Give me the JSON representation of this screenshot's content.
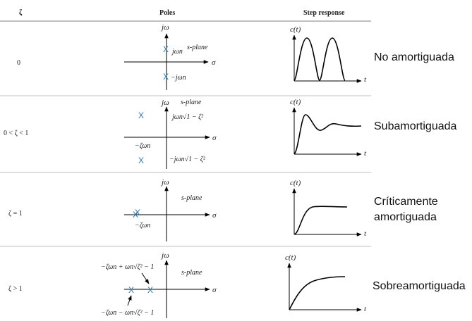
{
  "headers": {
    "zeta": "ζ",
    "poles": "Poles",
    "step": "Step response"
  },
  "axes": {
    "jw": "jω",
    "sigma": "σ",
    "ct": "c(t)",
    "t": "t"
  },
  "rows": [
    {
      "zeta": "0",
      "classification": [
        "No amortiguada"
      ],
      "plane_label": "s-plane",
      "pole_labels": [
        "jωn",
        "−jωn"
      ]
    },
    {
      "zeta": "0 < ζ < 1",
      "classification": [
        "Subamortiguada"
      ],
      "plane_label": "s-plane",
      "pole_labels": [
        "jωn√1 − ζ²",
        "−ζωn",
        "−jωn√1 − ζ²"
      ]
    },
    {
      "zeta": "ζ = 1",
      "classification": [
        "Críticamente",
        "amortiguada"
      ],
      "plane_label": "s-plane",
      "pole_labels": [
        "−ζωn"
      ]
    },
    {
      "zeta": "ζ > 1",
      "classification": [
        "Sobreamortiguada"
      ],
      "plane_label": "s-plane",
      "pole_labels": [
        "−ζωn + ωn√ζ² − 1",
        "−ζωn − ωn√ζ² − 1"
      ]
    }
  ],
  "pole_marker": "X",
  "colors": {
    "pole": "#2f79a8",
    "ink": "#000000"
  }
}
